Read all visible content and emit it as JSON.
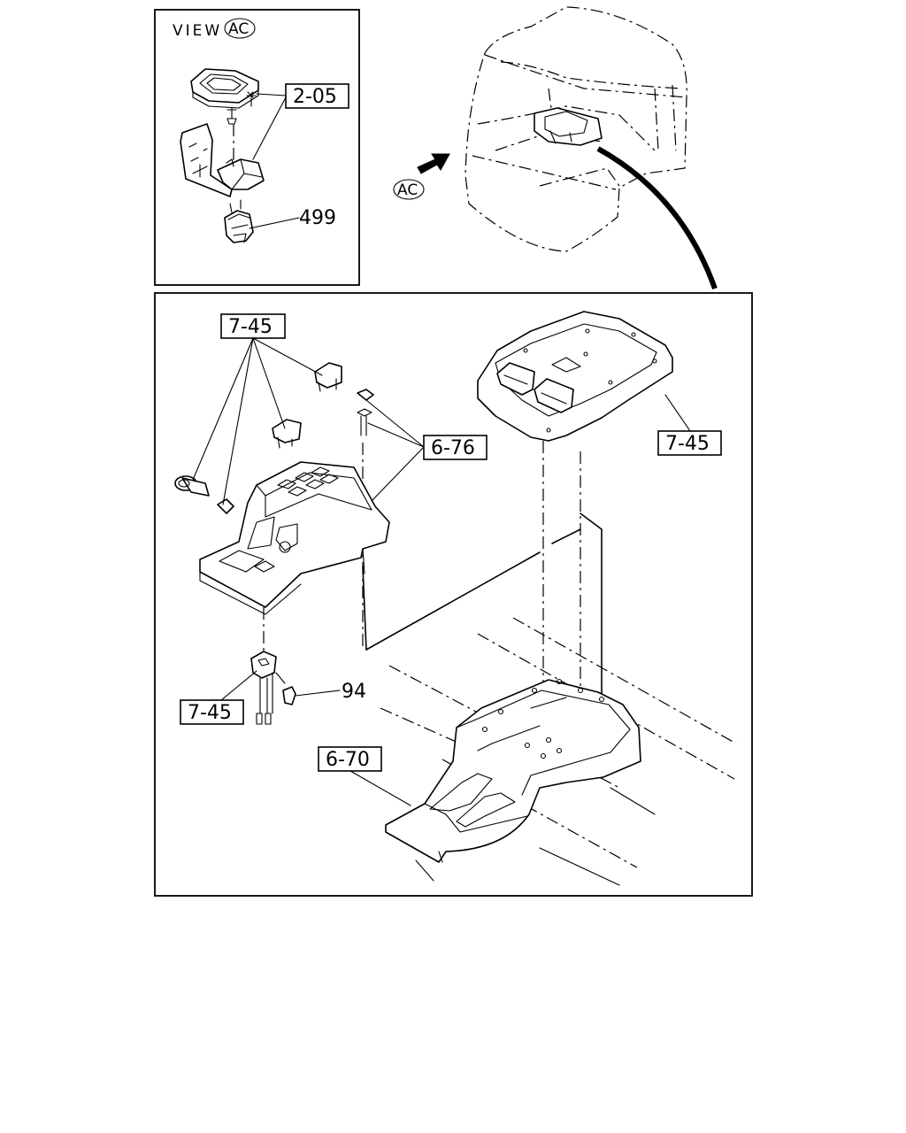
{
  "view_panel": {
    "view_text": "VIEW",
    "view_ref": "AC",
    "callouts": [
      "2-05",
      "499"
    ]
  },
  "arrow_ref": "AC",
  "main_panel": {
    "callouts": {
      "a": "7-45",
      "b": "6-76",
      "c": "7-45",
      "d": "7-45",
      "e": "94",
      "f": "6-70"
    }
  }
}
